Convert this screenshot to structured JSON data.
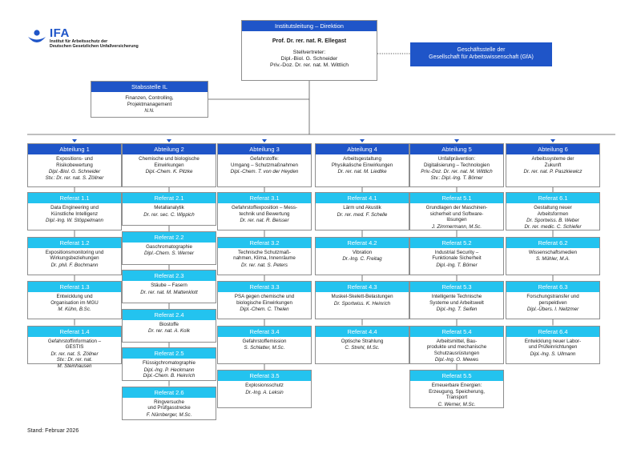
{
  "logo": {
    "wordmark": "IFA",
    "subtitle": "Institut für Arbeitsschutz der\nDeutschen Gesetzlichen Unfallversicherung"
  },
  "directorate": {
    "title": "Institutsleitung – Direktion",
    "head": "Prof. Dr. rer. nat. R. Ellegast",
    "deputies": "Stellvertreter:\nDipl.-Biol. G. Schneider\nPriv.-Doz. Dr. rer. nat. M. Wittlich"
  },
  "gfa": {
    "text": "Geschäftsstelle der\nGesellschaft für Arbeitswissenschaft (GfA)"
  },
  "staff": {
    "title": "Stabsstelle IL",
    "text": "Finanzen, Controlling,\nProjektmanagement",
    "person": "N.N."
  },
  "departments": [
    {
      "title": "Abteilung 1",
      "text": "Expositions- und\nRisikobewertung",
      "person": "Dipl.-Biol. G. Schneider\nStv.: Dr. rer. nat. S. Zöllner",
      "units": [
        {
          "title": "Referat 1.1",
          "text": "Data Engineering und\nKünstliche Intelligenz",
          "person": "Dipl.-Ing. W. Stöppelmann"
        },
        {
          "title": "Referat 1.2",
          "text": "Expositionsmonitoring und\nWirkungsbeziehungen",
          "person": "Dr. phil. F. Bochmann"
        },
        {
          "title": "Referat 1.3",
          "text": "Entwicklung und\nOrganisation im MGU",
          "person": "M. Kühn, B.Sc."
        },
        {
          "title": "Referat 1.4",
          "text": "Gefahrstoffinformation –\nGESTIS",
          "person": "Dr. rer. nat. S. Zöllner\nStv.: Dr. rer. nat.\nM. Steinhausen"
        }
      ]
    },
    {
      "title": "Abteilung 2",
      "text": "Chemische und biologische\nEinwirkungen",
      "person": "Dipl.-Chem. K. Pitzke",
      "units": [
        {
          "title": "Referat 2.1",
          "text": "Metallanalytik",
          "person": "Dr. rer. sec. C. Wippich"
        },
        {
          "title": "Referat 2.2",
          "text": "Gaschromatographie",
          "person": "Dipl.-Chem. S. Werner"
        },
        {
          "title": "Referat 2.3",
          "text": "Stäube – Fasern",
          "person": "Dr. rer. nat. M. Mattenklott"
        },
        {
          "title": "Referat 2.4",
          "text": "Biostoffe",
          "person": "Dr. rer. nat. A. Kolk"
        },
        {
          "title": "Referat 2.5",
          "text": "Flüssigchromatographie",
          "person": "Dipl.-Ing. P. Heckmann\nDipl.-Chem. B. Heinrich"
        },
        {
          "title": "Referat 2.6",
          "text": "Ringversuche\nund Prüfgasstrecke",
          "person": "F. Nürnberger, M.Sc."
        }
      ]
    },
    {
      "title": "Abteilung 3",
      "text": "Gefahrstoffe:\nUmgang – Schutzmaßnahmen",
      "person": "Dipl.-Chem. T. von der Heyden",
      "units": [
        {
          "title": "Referat 3.1",
          "text": "Gefahrstoffexposition – Mess-\ntechnik und Bewertung",
          "person": "Dr. rer. nat. R. Beisser"
        },
        {
          "title": "Referat 3.2",
          "text": "Technische Schutzmaß-\nnahmen, Klima, Innenräume",
          "person": "Dr. rer. nat. S. Peters"
        },
        {
          "title": "Referat 3.3",
          "text": "PSA gegen chemische und\nbiologische Einwirkungen",
          "person": "Dipl.-Chem. C. Thelen"
        },
        {
          "title": "Referat 3.4",
          "text": "Gefahrstoffemission",
          "person": "S. Schlatter, M.Sc."
        },
        {
          "title": "Referat 3.5",
          "text": "Explosionsschutz",
          "person": "Dr.-Ing. A. Leksin"
        }
      ]
    },
    {
      "title": "Abteilung 4",
      "text": "Arbeitsgestaltung\nPhysikalische Einwirkungen",
      "person": "Dr. rer. nat. M. Liedtke",
      "units": [
        {
          "title": "Referat 4.1",
          "text": "Lärm und Akustik",
          "person": "Dr. rer. med. F. Schelle"
        },
        {
          "title": "Referat 4.2",
          "text": "Vibration",
          "person": "Dr.-Ing. C. Freitag"
        },
        {
          "title": "Referat 4.3",
          "text": "Muskel-Skelett-Belastungen",
          "person": "Dr. Sportwiss. K. Heinrich"
        },
        {
          "title": "Referat 4.4",
          "text": "Optische Strahlung",
          "person": "C. Strehl, M.Sc."
        }
      ]
    },
    {
      "title": "Abteilung 5",
      "text": "Unfallprävention:\nDigitalisierung – Technologien",
      "person": "Priv.-Doz. Dr. rer. nat. M. Wittlich\nStv.: Dipl.-Ing. T. Bömer",
      "units": [
        {
          "title": "Referat 5.1",
          "text": "Grundlagen der Maschinen-\nsicherheit und Software-\nlösungen",
          "person": "J. Zimmermann, M.Sc."
        },
        {
          "title": "Referat 5.2",
          "text": "Industrial Security –\nFunktionale Sicherheit",
          "person": "Dipl.-Ing. T. Bömer"
        },
        {
          "title": "Referat 5.3",
          "text": "Intelligente Technische\nSysteme und Arbeitswelt",
          "person": "Dipl.-Ing. T. Seifen"
        },
        {
          "title": "Referat 5.4",
          "text": "Arbeitsmittel, Bau-\nprodukte und mechanische\nSchutzausrüstungen",
          "person": "Dipl.-Ing. O. Mewes"
        },
        {
          "title": "Referat 5.5",
          "text": "Erneuerbare Energien:\nErzeugung, Speicherung,\nTransport",
          "person": "C. Werner, M.Sc."
        }
      ]
    },
    {
      "title": "Abteilung 6",
      "text": "Arbeitssysteme der\nZukunft",
      "person": "Dr. rer. nat. P. Paszkiewicz",
      "units": [
        {
          "title": "Referat 6.1",
          "text": "Gestaltung neuer\nArbeitsformen",
          "person": "Dr. Sportwiss. B. Weber\nDr. rer. medic. C. Schiefer"
        },
        {
          "title": "Referat 6.2",
          "text": "Wissenschaftsmedien",
          "person": "S. Mühler, M.A."
        },
        {
          "title": "Referat 6.3",
          "text": "Forschungstransfer und\nperspektiven",
          "person": "Dipl.-Übers. I. Neitzmer"
        },
        {
          "title": "Referat 6.4",
          "text": "Entwicklung neuer Labor-\nund Prüfeinrichtungen",
          "person": "Dipl.-Ing. S. Ullmann"
        }
      ]
    }
  ],
  "footer": {
    "stand": "Stand: Februar 2026"
  },
  "colors": {
    "department_header": "#1f55c8",
    "unit_header": "#23c3ef",
    "connector": "#555555"
  }
}
